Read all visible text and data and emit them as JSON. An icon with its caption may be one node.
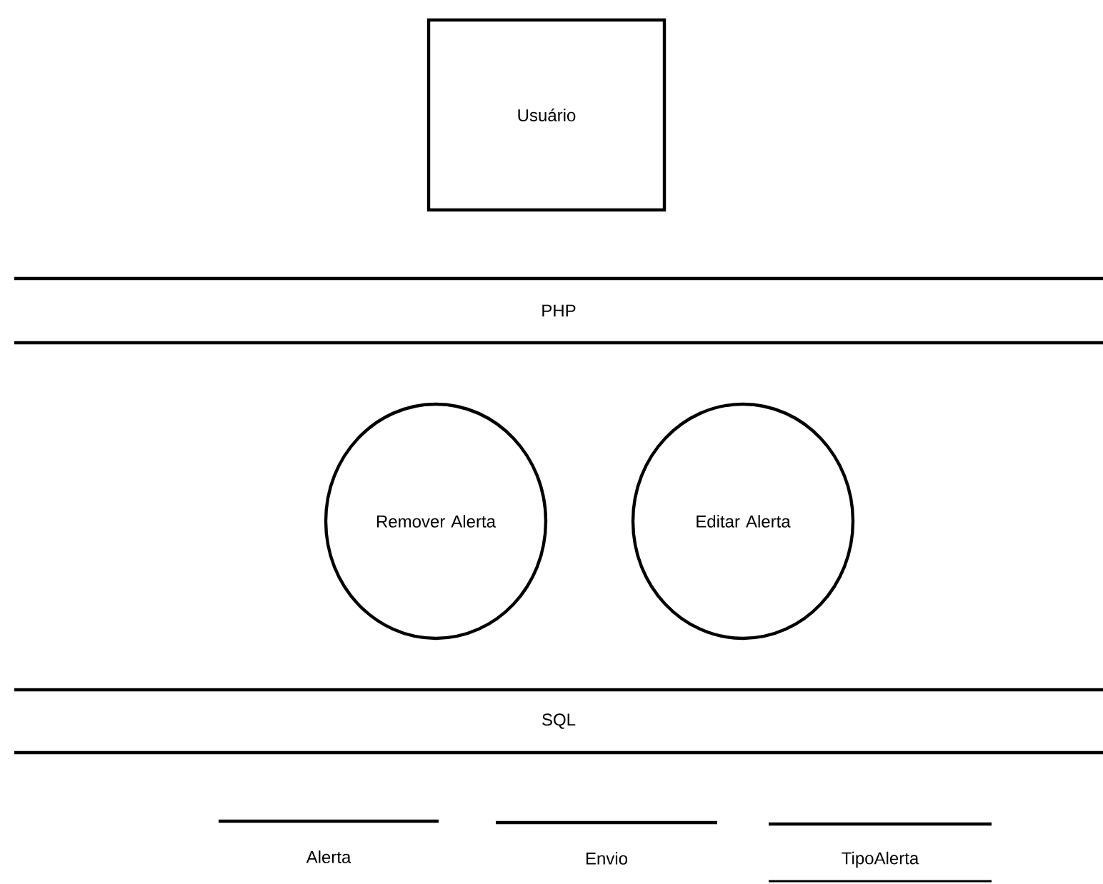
{
  "diagram": {
    "nodes": [
      {
        "text": [
          "Usuário"
        ]
      },
      {
        "text": [
          "PHP"
        ]
      },
      {
        "text": [
          "Remover Alerta"
        ]
      },
      {
        "text": [
          "Editar Alerta"
        ]
      },
      {
        "text": [
          "SQL"
        ]
      },
      {
        "text": [
          "Alerta"
        ]
      },
      {
        "text": [
          "Envio"
        ]
      },
      {
        "text": [
          "TipoAlerta"
        ]
      }
    ]
  }
}
